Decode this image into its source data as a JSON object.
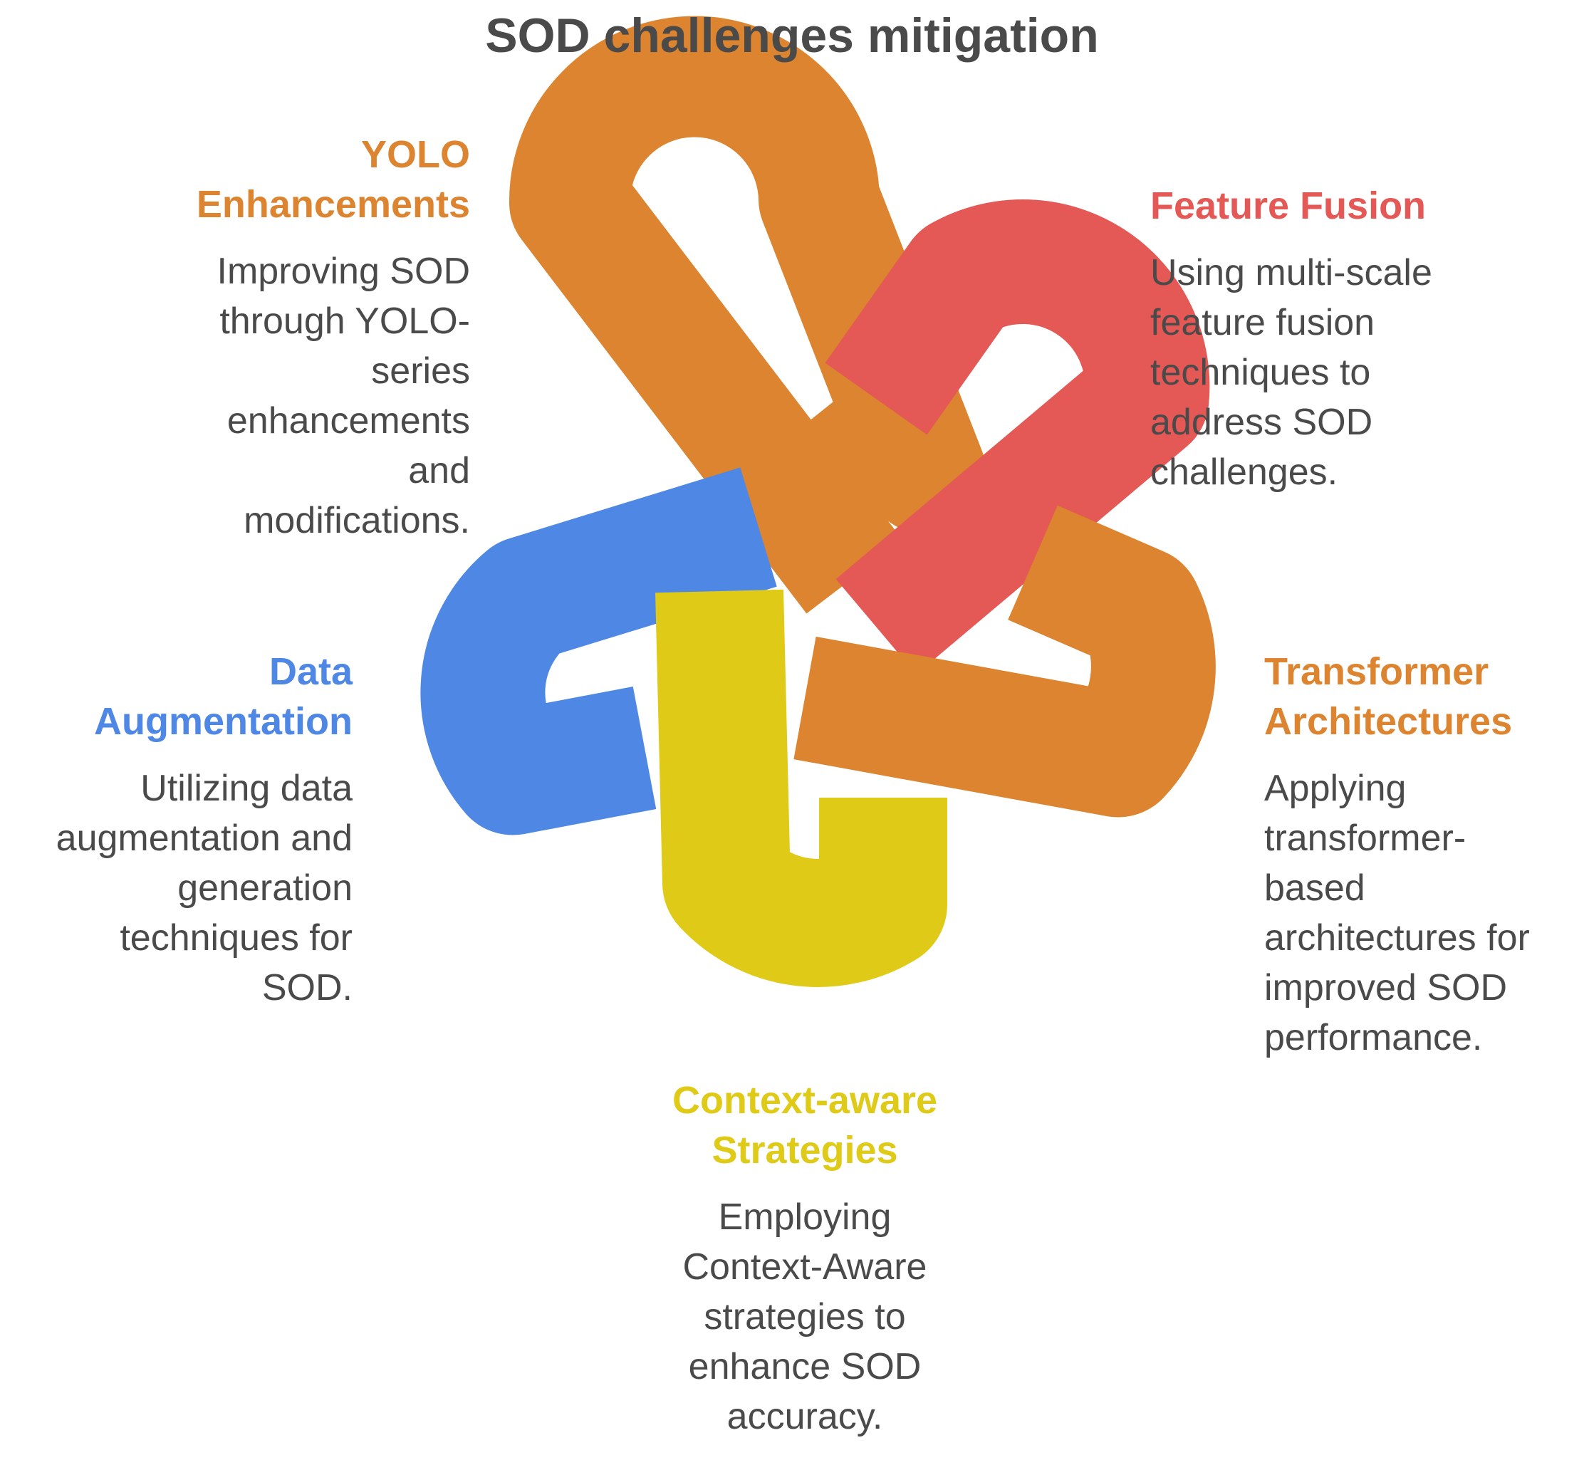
{
  "title": "SOD challenges mitigation",
  "colors": {
    "orange": "#dc8430",
    "red": "#e45855",
    "blue": "#4e87e4",
    "yellow": "#dfca17",
    "text": "#4a4a4a"
  },
  "items": {
    "yolo": {
      "heading": [
        "YOLO",
        "Enhancements"
      ],
      "description": [
        "Improving SOD",
        "through YOLO-",
        "series",
        "enhancements",
        "and",
        "modifications."
      ],
      "color": "#dc8430",
      "icon": "orange-loop"
    },
    "fusion": {
      "heading": [
        "Feature Fusion"
      ],
      "description": [
        "Using multi-scale",
        "feature fusion",
        "techniques to",
        "address SOD",
        "challenges."
      ],
      "color": "#e45855",
      "icon": "red-loop"
    },
    "transformer": {
      "heading": [
        "Transformer",
        "Architectures"
      ],
      "description": [
        "Applying",
        "transformer-",
        "based",
        "architectures for",
        "improved SOD",
        "performance."
      ],
      "color": "#dc8430",
      "icon": "orange-loop"
    },
    "augmentation": {
      "heading": [
        "Data",
        "Augmentation"
      ],
      "description": [
        "Utilizing data",
        "augmentation and",
        "generation",
        "techniques for",
        "SOD."
      ],
      "color": "#4e87e4",
      "icon": "blue-loop"
    },
    "context": {
      "heading": [
        "Context-aware",
        "Strategies"
      ],
      "description": [
        "Employing",
        "Context-Aware",
        "strategies to",
        "enhance SOD",
        "accuracy."
      ],
      "color": "#dfca17",
      "icon": "yellow-loop"
    }
  }
}
